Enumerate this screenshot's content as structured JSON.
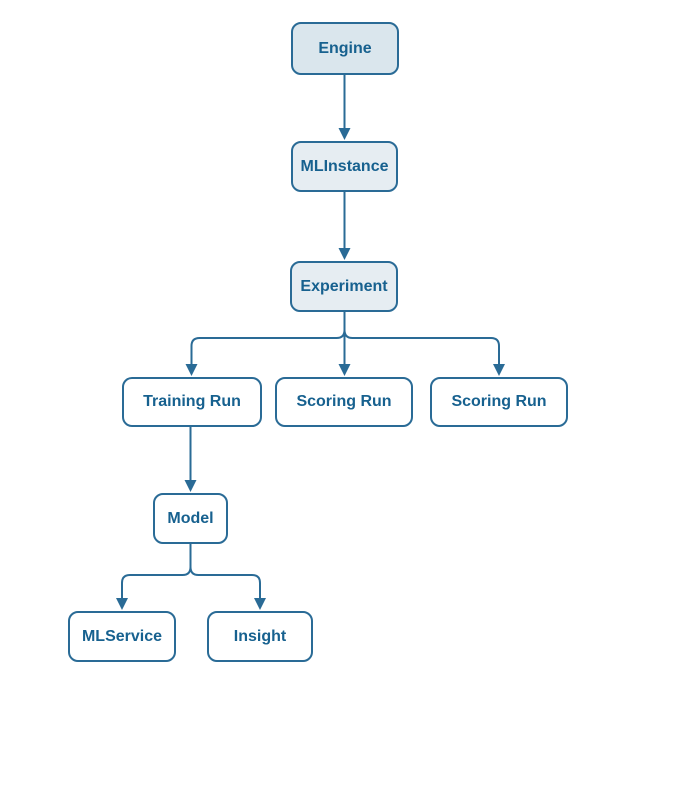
{
  "diagram": {
    "type": "hierarchy-flowchart",
    "nodes": [
      {
        "id": "engine",
        "label": "Engine",
        "style": "shaded"
      },
      {
        "id": "mlinstance",
        "label": "MLInstance",
        "style": "shaded"
      },
      {
        "id": "experiment",
        "label": "Experiment",
        "style": "shaded"
      },
      {
        "id": "training-run",
        "label": "Training Run",
        "style": "plain"
      },
      {
        "id": "scoring-run-1",
        "label": "Scoring Run",
        "style": "plain"
      },
      {
        "id": "scoring-run-2",
        "label": "Scoring Run",
        "style": "plain"
      },
      {
        "id": "model",
        "label": "Model",
        "style": "plain"
      },
      {
        "id": "mlservice",
        "label": "MLService",
        "style": "plain"
      },
      {
        "id": "insight",
        "label": "Insight",
        "style": "plain"
      }
    ],
    "edges": [
      {
        "from": "engine",
        "to": "mlinstance"
      },
      {
        "from": "mlinstance",
        "to": "experiment"
      },
      {
        "from": "experiment",
        "to": "training-run"
      },
      {
        "from": "experiment",
        "to": "scoring-run-1"
      },
      {
        "from": "experiment",
        "to": "scoring-run-2"
      },
      {
        "from": "training-run",
        "to": "model"
      },
      {
        "from": "model",
        "to": "mlservice"
      },
      {
        "from": "model",
        "to": "insight"
      }
    ],
    "colors": {
      "node_border": "#2a6b96",
      "node_text": "#17618f",
      "connector": "#2a6b96",
      "shaded_fill_dark": "#dae6ed",
      "shaded_fill": "#e6edf2",
      "plain_fill": "#ffffff",
      "background": "#ffffff"
    }
  }
}
